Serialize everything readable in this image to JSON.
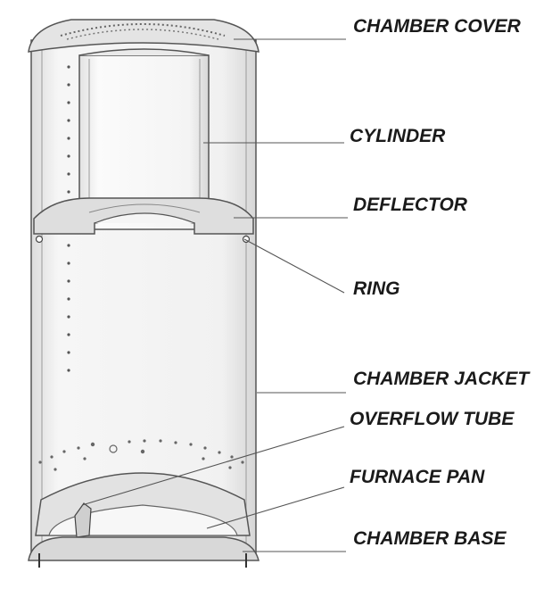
{
  "labels": {
    "chamber_cover": "CHAMBER COVER",
    "cylinder": "CYLINDER",
    "deflector": "DEFLECTOR",
    "ring": "RING",
    "chamber_jacket": "CHAMBER JACKET",
    "overflow_tube": "OVERFLOW TUBE",
    "furnace_pan": "FURNACE PAN",
    "chamber_base": "CHAMBER BASE"
  },
  "colors": {
    "body_fill": "#f3f3f3",
    "shade": "#d9d9d9",
    "line": "#555555"
  }
}
